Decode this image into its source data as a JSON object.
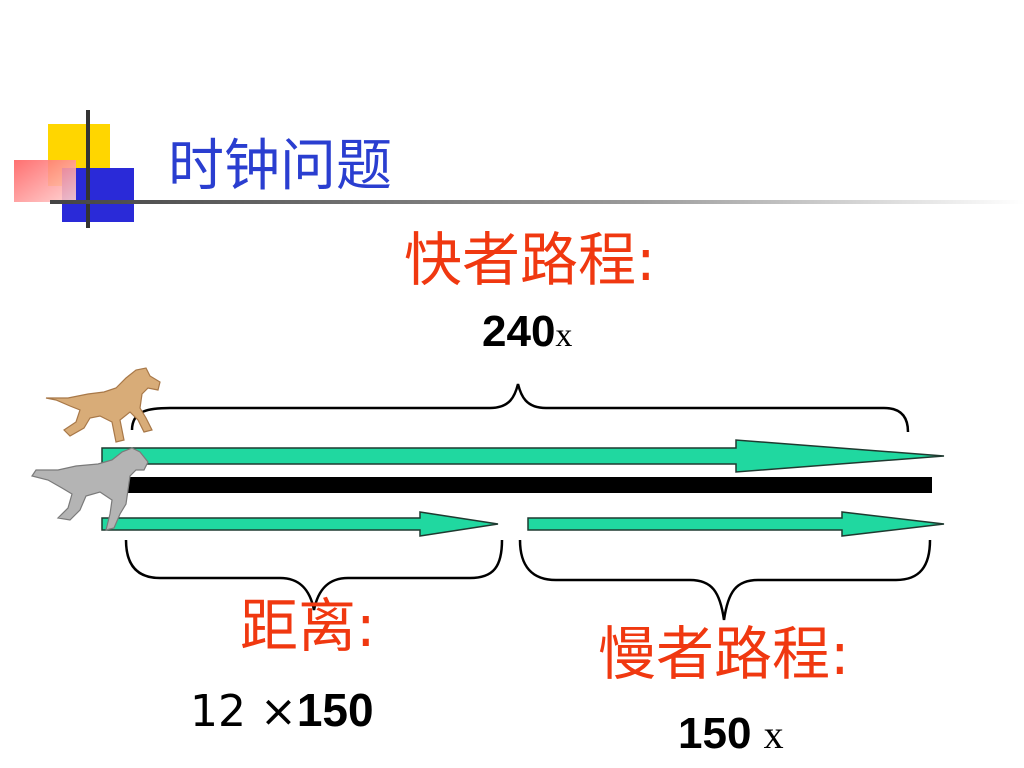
{
  "slide": {
    "title": "时钟问题",
    "title_color": "#2a3ed0",
    "fast": {
      "label": "快者路程:",
      "value_number": "240",
      "value_var": "x"
    },
    "gap": {
      "label": "距离:",
      "value_prefix": "12 ×",
      "value_number": "150"
    },
    "slow": {
      "label": "慢者路程:",
      "value_number": "150 ",
      "value_var": "x"
    },
    "colors": {
      "arrow_fill": "#20d8a0",
      "label_red": "#f03810",
      "track": "#000000"
    }
  }
}
